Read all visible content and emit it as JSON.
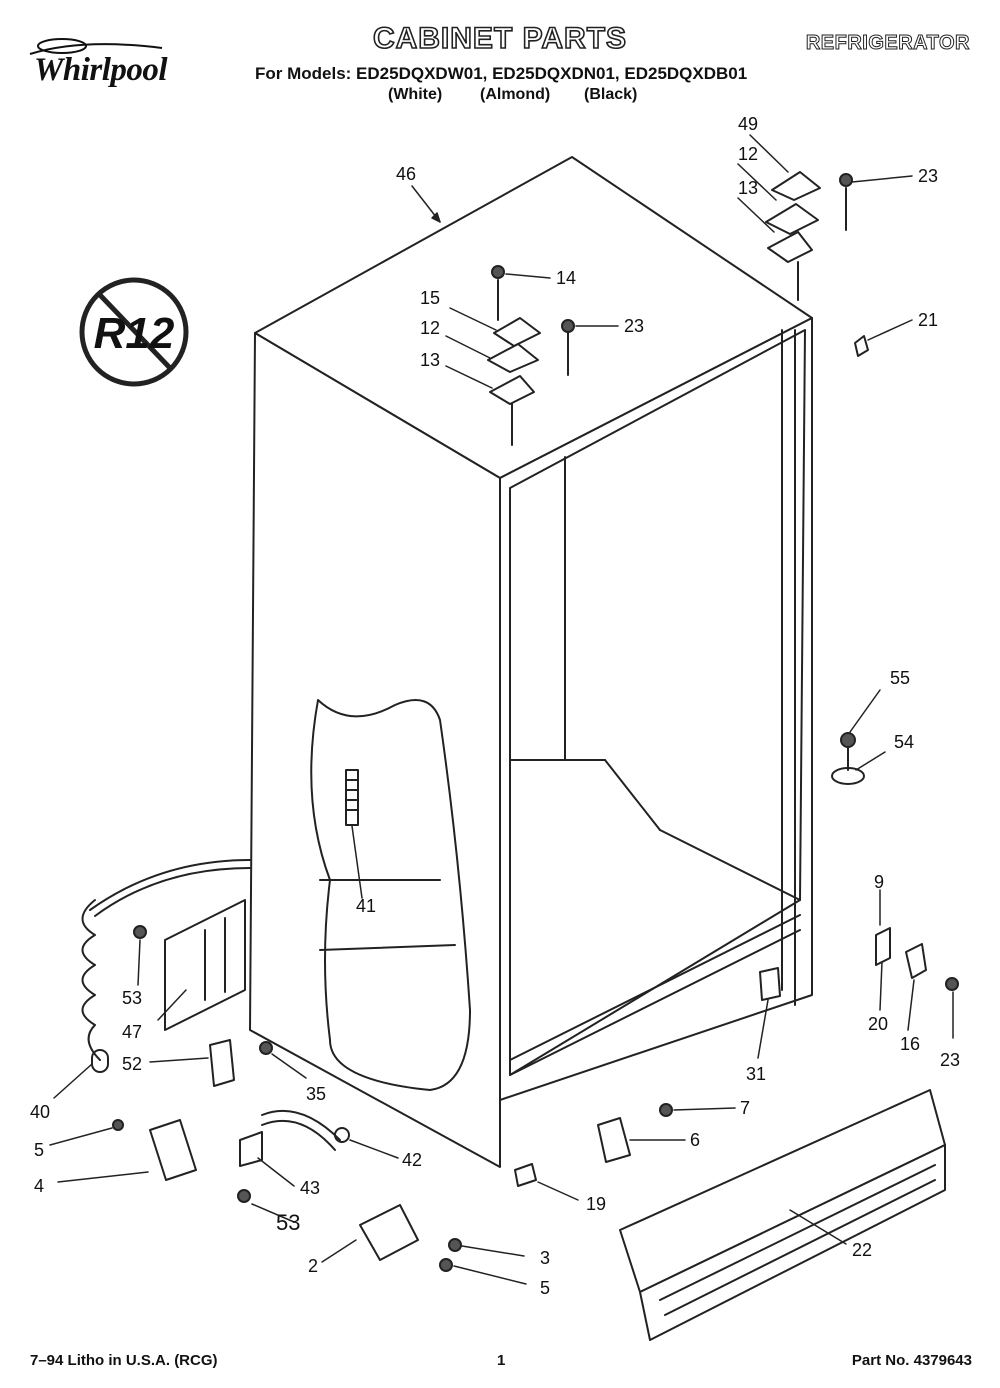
{
  "header": {
    "brand": "Whirlpool",
    "title": "CABINET PARTS",
    "product": "REFRIGERATOR",
    "models_line": "For Models: ED25DQXDW01, ED25DQXDN01, ED25DQXDB01",
    "colors": [
      "(White)",
      "(Almond)",
      "(Black)"
    ]
  },
  "badge": {
    "text": "R12"
  },
  "callouts": {
    "c46": "46",
    "c49": "49",
    "c12a": "12",
    "c13a": "13",
    "c23a": "23",
    "c14": "14",
    "c15": "15",
    "c12b": "12",
    "c13b": "13",
    "c23b": "23",
    "c21": "21",
    "c55": "55",
    "c54": "54",
    "c41": "41",
    "c9": "9",
    "c53a": "53",
    "c47": "47",
    "c52": "52",
    "c35": "35",
    "c40": "40",
    "c20": "20",
    "c16": "16",
    "c23c": "23",
    "c31": "31",
    "c7": "7",
    "c6": "6",
    "c5a": "5",
    "c4": "4",
    "c42": "42",
    "c43": "43",
    "c53b": "53",
    "c19": "19",
    "c2": "2",
    "c3": "3",
    "c5b": "5",
    "c22": "22"
  },
  "footer": {
    "litho": "7–94 Litho in U.S.A. (RCG)",
    "page": "1",
    "part_no": "Part No. 4379643"
  }
}
